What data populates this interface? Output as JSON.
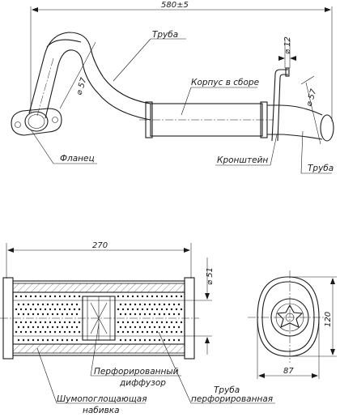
{
  "top_view": {
    "overall_length": "580±5",
    "pipe_diameter_left": "⌀ 57",
    "pipe_diameter_right": "⌀ 57",
    "bracket_diameter": "⌀ 12",
    "labels": {
      "pipe_top": "Труба",
      "body_assembly": "Корпус в сборе",
      "flange": "Фланец",
      "bracket": "Кронштейн",
      "pipe_bottom": "Труба"
    }
  },
  "section_view": {
    "length": "270",
    "inner_diameter": "⌀ 51",
    "labels": {
      "perforated_diffuser_line1": "Перфорированный",
      "perforated_diffuser_line2": "диффузор",
      "absorbing_line1": "Шумопоглощающая",
      "absorbing_line2": "набивка",
      "perforated_pipe_line1": "Труба",
      "perforated_pipe_line2": "перфорированная"
    }
  },
  "end_view": {
    "height": "120",
    "width": "87"
  }
}
